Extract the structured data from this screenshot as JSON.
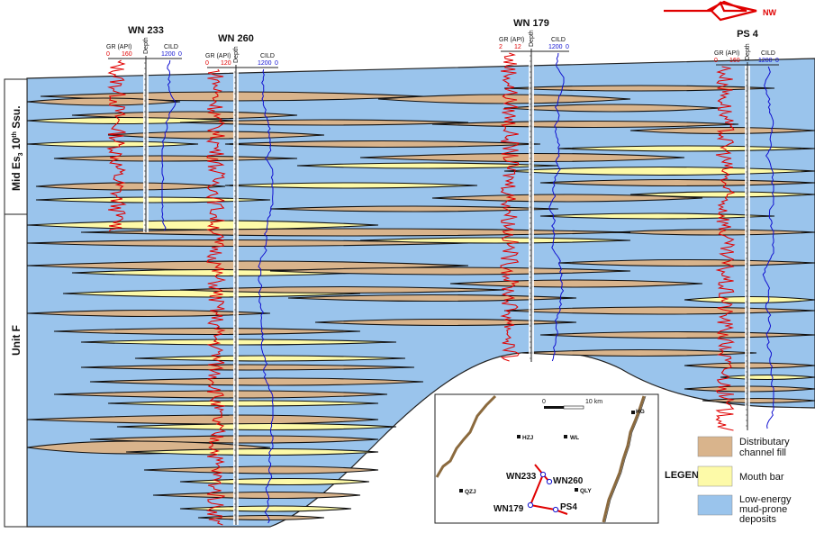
{
  "wells": [
    {
      "name": "WN 233",
      "gr_scale": [
        "0",
        "160"
      ],
      "cild_scale": [
        "1200",
        "0"
      ],
      "gr_label": "GR (API)",
      "depth_label": "Depth",
      "cild_label": "CILD"
    },
    {
      "name": "WN 260",
      "gr_scale": [
        "0",
        "120"
      ],
      "cild_scale": [
        "1200",
        "0"
      ],
      "gr_label": "GR (API)",
      "depth_label": "Depth",
      "cild_label": "CILD"
    },
    {
      "name": "WN 179",
      "gr_scale": [
        "2",
        "12"
      ],
      "cild_scale": [
        "1200",
        "0"
      ],
      "gr_label": "GR (API)",
      "depth_label": "Depth",
      "cild_label": "CILD"
    },
    {
      "name": "PS 4",
      "gr_scale": [
        "0",
        "160"
      ],
      "cild_scale": [
        "1200",
        "0"
      ],
      "gr_label": "GR (API)",
      "depth_label": "Depth",
      "cild_label": "CILD"
    }
  ],
  "units": {
    "upper": "Mid Es",
    "upper_sub": "3",
    "upper_rest": " 10",
    "upper_sup": "th",
    "upper_end": " Ssu.",
    "lower": "Unit F"
  },
  "direction": "NW",
  "legend": {
    "title": "LEGEND",
    "items": [
      {
        "label_lines": [
          "Distributary",
          "channel fill"
        ],
        "color": "#d9b48c"
      },
      {
        "label_lines": [
          "Mouth bar"
        ],
        "color": "#fdfaa8"
      },
      {
        "label_lines": [
          "Low-energy",
          "mud-prone",
          "deposits"
        ],
        "color": "#9ac4ec"
      }
    ]
  },
  "map": {
    "scale_start": "0",
    "scale_end": "10 km",
    "places": [
      "HZJ",
      "WL",
      "QZJ",
      "QLY",
      "HG"
    ],
    "wells": [
      "WN233",
      "WN260",
      "WN179",
      "PS4"
    ]
  },
  "colors": {
    "channel": "#d9b48c",
    "mouth_bar": "#fdfaa8",
    "mud": "#9ac4ec",
    "gr_curve": "#e00000",
    "cild_curve": "#1010d0"
  }
}
